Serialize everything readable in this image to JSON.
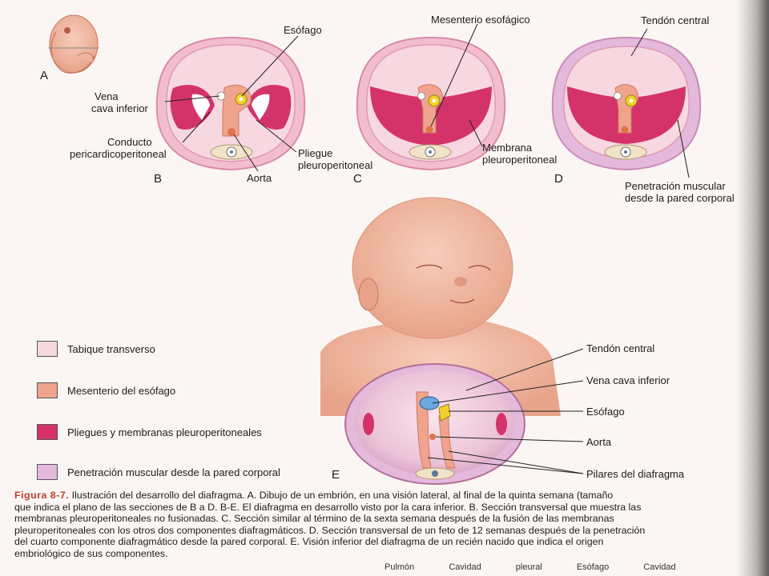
{
  "panels": {
    "a": {
      "letter": "A"
    },
    "b": {
      "letter": "B",
      "labels": {
        "esofago": "Esófago",
        "vena_cava_1": "Vena",
        "vena_cava_2": "cava inferior",
        "conducto_1": "Conducto",
        "conducto_2": "pericardicoperitoneal",
        "pliegue_1": "Pliegue",
        "pliegue_2": "pleuroperitoneal",
        "aorta": "Aorta"
      }
    },
    "c": {
      "letter": "C",
      "labels": {
        "mesenterio": "Mesenterio esofágico",
        "membrana_1": "Membrana",
        "membrana_2": "pleuroperitoneal"
      }
    },
    "d": {
      "letter": "D",
      "labels": {
        "tendon": "Tendón central",
        "penetracion_1": "Penetración muscular",
        "penetracion_2": "desde la pared corporal"
      }
    },
    "e": {
      "letter": "E",
      "labels": {
        "tendon": "Tendón central",
        "vena_cava": "Vena cava inferior",
        "esofago": "Esófago",
        "aorta": "Aorta",
        "pilares": "Pilares del diafragma"
      }
    }
  },
  "legend": [
    {
      "label": "Tabique transverso",
      "color": "#f7d7e0"
    },
    {
      "label": "Mesenterio del esófago",
      "color": "#f0a48e"
    },
    {
      "label": "Pliegues y membranas pleuroperitoneales",
      "color": "#d4336a"
    },
    {
      "label": "Penetración muscular desde la pared corporal",
      "color": "#e4b9dc"
    }
  ],
  "colors": {
    "tabique": "#f7d7e0",
    "mesenterio": "#f0a48e",
    "pliegues": "#d4336a",
    "penetracion": "#e4b9dc",
    "skin": "#f2b8a2",
    "esophagus": "#f2d22a",
    "caption_label": "#c0392b"
  },
  "caption": {
    "label": "Figura 8-7.",
    "lines": [
      "Ilustración del desarrollo del diafragma. A. Dibujo de un embrión, en una visión lateral, al final de la quinta semana (tamaño",
      "que indica el plano de las secciones de B a D. B-E. El diafragma en desarrollo visto por la cara inferior. B. Sección transversal que muestra las",
      "membranas pleuroperitoneales no fusionadas. C. Sección similar al término de la sexta semana después de la fusión de las membranas",
      "pleuroperitoneales con los otros dos componentes diafragmáticos. D. Sección transversal de un feto de 12 semanas después de la penetración",
      "del cuarto componente diafragmático desde la pared corporal. E. Visión inferior del diafragma de un recién nacido que indica el origen",
      "embriológico de sus componentes."
    ]
  },
  "bottom_strip": "Pulmón Cavidad pleural Esófago Cavidad"
}
